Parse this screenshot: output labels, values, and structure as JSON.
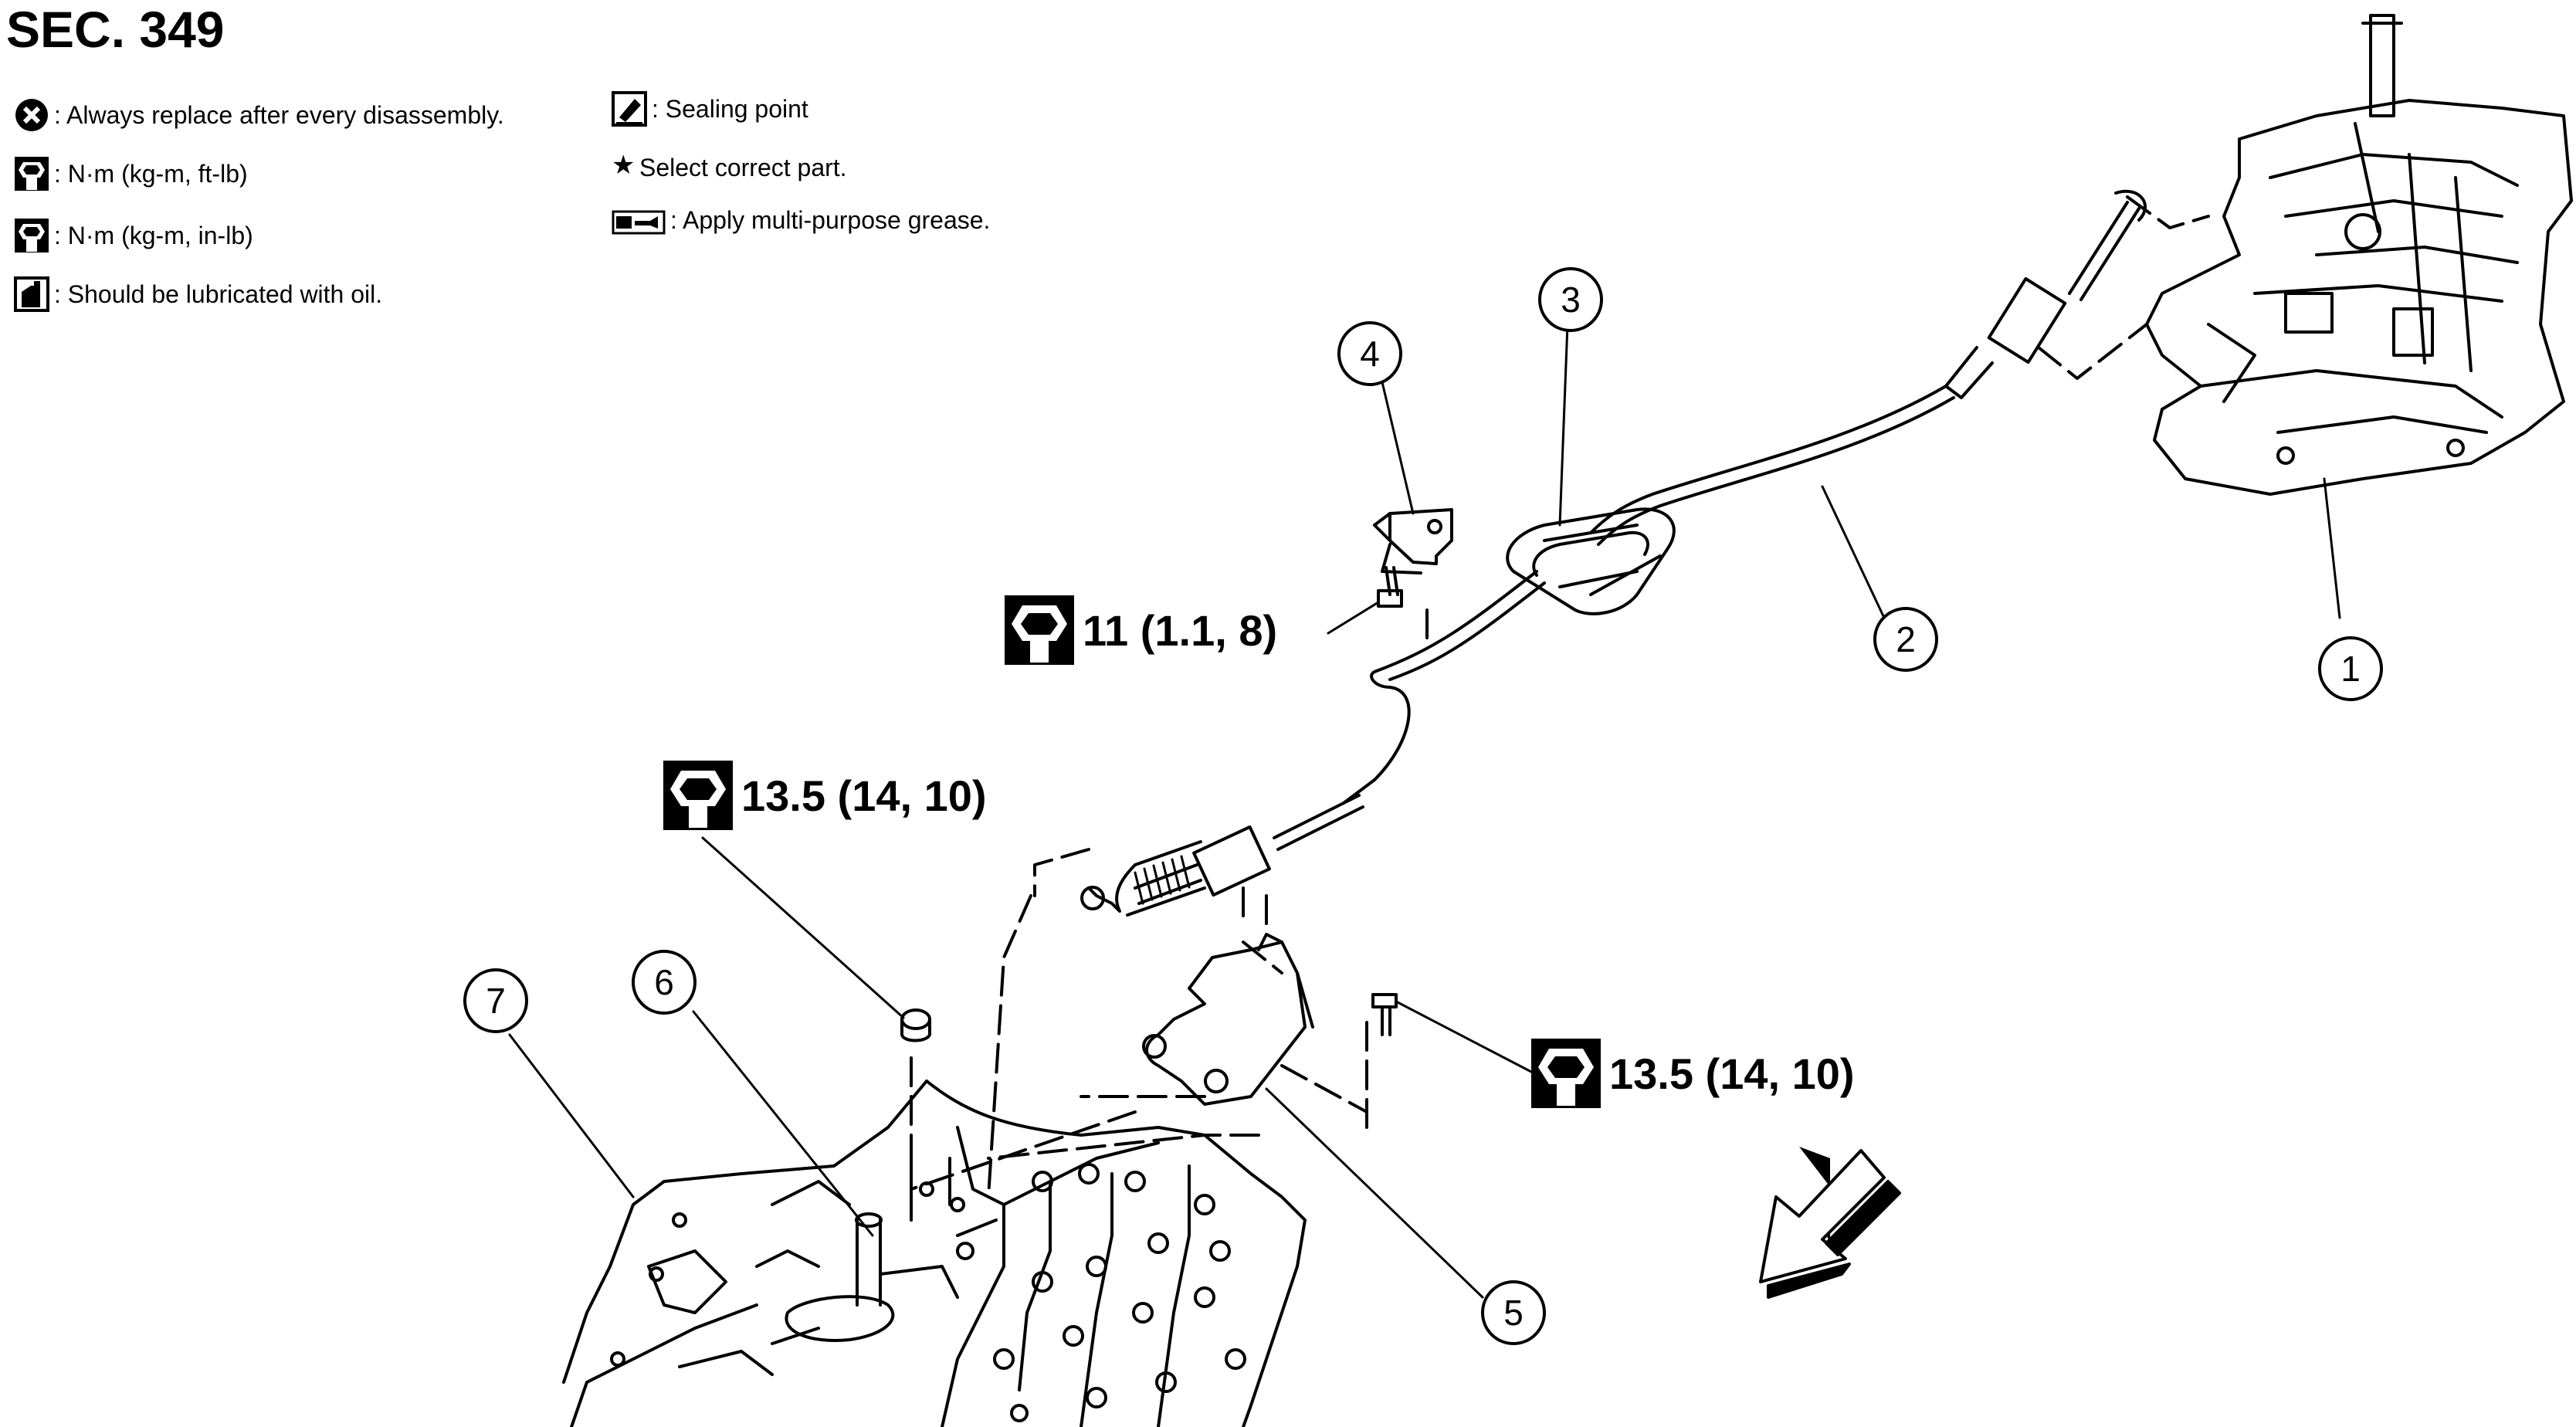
{
  "title": "SEC. 349",
  "legend": [
    {
      "icon": "replace-x-icon",
      "text": ": Always replace after every disassembly."
    },
    {
      "icon": "torque-ftlb-icon",
      "text": ": N·m (kg-m, ft-lb)"
    },
    {
      "icon": "torque-inlb-icon",
      "text": ": N·m (kg-m, in-lb)"
    },
    {
      "icon": "oil-can-icon",
      "text": ": Should be lubricated with oil."
    },
    {
      "icon": "sealing-point-icon",
      "text": ": Sealing point"
    },
    {
      "icon": "star-icon",
      "text": "Select correct part."
    },
    {
      "icon": "grease-icon",
      "text": ": Apply multi-purpose grease."
    }
  ],
  "torques": [
    {
      "value": "11 (1.1, 8)"
    },
    {
      "value": "13.5 (14, 10)"
    },
    {
      "value": "13.5 (14, 10)"
    }
  ],
  "callouts": [
    "1",
    "2",
    "3",
    "4",
    "5",
    "6",
    "7"
  ]
}
